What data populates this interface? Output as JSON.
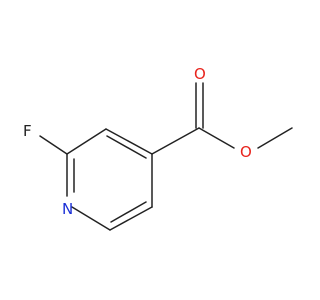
{
  "molecule": {
    "atoms": {
      "fluorine": "F",
      "nitrogen": "N",
      "carbonyl_oxygen": "O",
      "ester_oxygen": "O"
    },
    "colors": {
      "bond": "#222222",
      "oxygen": "#e8231c",
      "nitrogen": "#1a2fd6",
      "fluorine": "#222222"
    }
  }
}
